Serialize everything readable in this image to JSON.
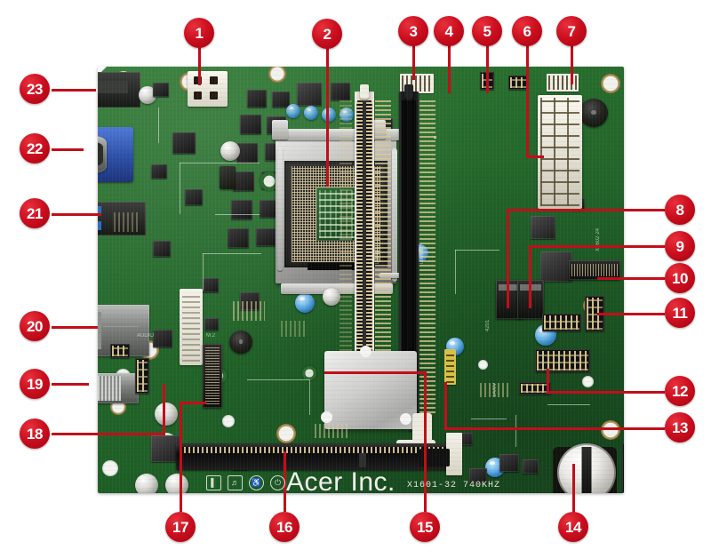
{
  "document": {
    "type": "motherboard-callout-diagram",
    "background_color": "#ffffff",
    "accent_color": "#c20e1a",
    "board_color": "#256a2c"
  },
  "board": {
    "brand_silkscreen": "Acer Inc.",
    "part_silkscreen": "X1601-32  740KHZ",
    "regulatory_glyphs": [
      "no-sound-icon",
      "wheelchair-icon",
      "power-icon"
    ]
  },
  "callouts": [
    {
      "id": 1,
      "number": "1",
      "target": "cpu-4pin-power-connector"
    },
    {
      "id": 2,
      "number": "2",
      "target": "cpu-socket-lga1151"
    },
    {
      "id": 3,
      "number": "3",
      "target": "cpu-fan-header"
    },
    {
      "id": 4,
      "number": "4",
      "target": "dimm-slot-1"
    },
    {
      "id": 5,
      "number": "5",
      "target": "dimm-slot-2"
    },
    {
      "id": 6,
      "number": "6",
      "target": "atx-24pin-power-connector"
    },
    {
      "id": 7,
      "number": "7",
      "target": "system-fan-header"
    },
    {
      "id": 8,
      "number": "8",
      "target": "sata-port-1"
    },
    {
      "id": 9,
      "number": "9",
      "target": "sata-port-2"
    },
    {
      "id": 10,
      "number": "10",
      "target": "m2-wireless-connector"
    },
    {
      "id": 11,
      "number": "11",
      "target": "front-panel-usb-header"
    },
    {
      "id": 12,
      "number": "12",
      "target": "front-panel-header"
    },
    {
      "id": 13,
      "number": "13",
      "target": "clear-cmos-jumper"
    },
    {
      "id": 14,
      "number": "14",
      "target": "cmos-battery"
    },
    {
      "id": 15,
      "number": "15",
      "target": "chipset-heatsink"
    },
    {
      "id": 16,
      "number": "16",
      "target": "pci-express-x16-slot"
    },
    {
      "id": 17,
      "number": "17",
      "target": "m2-ssd-slot"
    },
    {
      "id": 18,
      "number": "18",
      "target": "front-audio-header"
    },
    {
      "id": 19,
      "number": "19",
      "target": "usb-2-0-ports"
    },
    {
      "id": 20,
      "number": "20",
      "target": "lan-rj45-port"
    },
    {
      "id": 21,
      "number": "21",
      "target": "usb-3-0-ports"
    },
    {
      "id": 22,
      "number": "22",
      "target": "vga-port"
    },
    {
      "id": 23,
      "number": "23",
      "target": "hdmi-port"
    }
  ]
}
